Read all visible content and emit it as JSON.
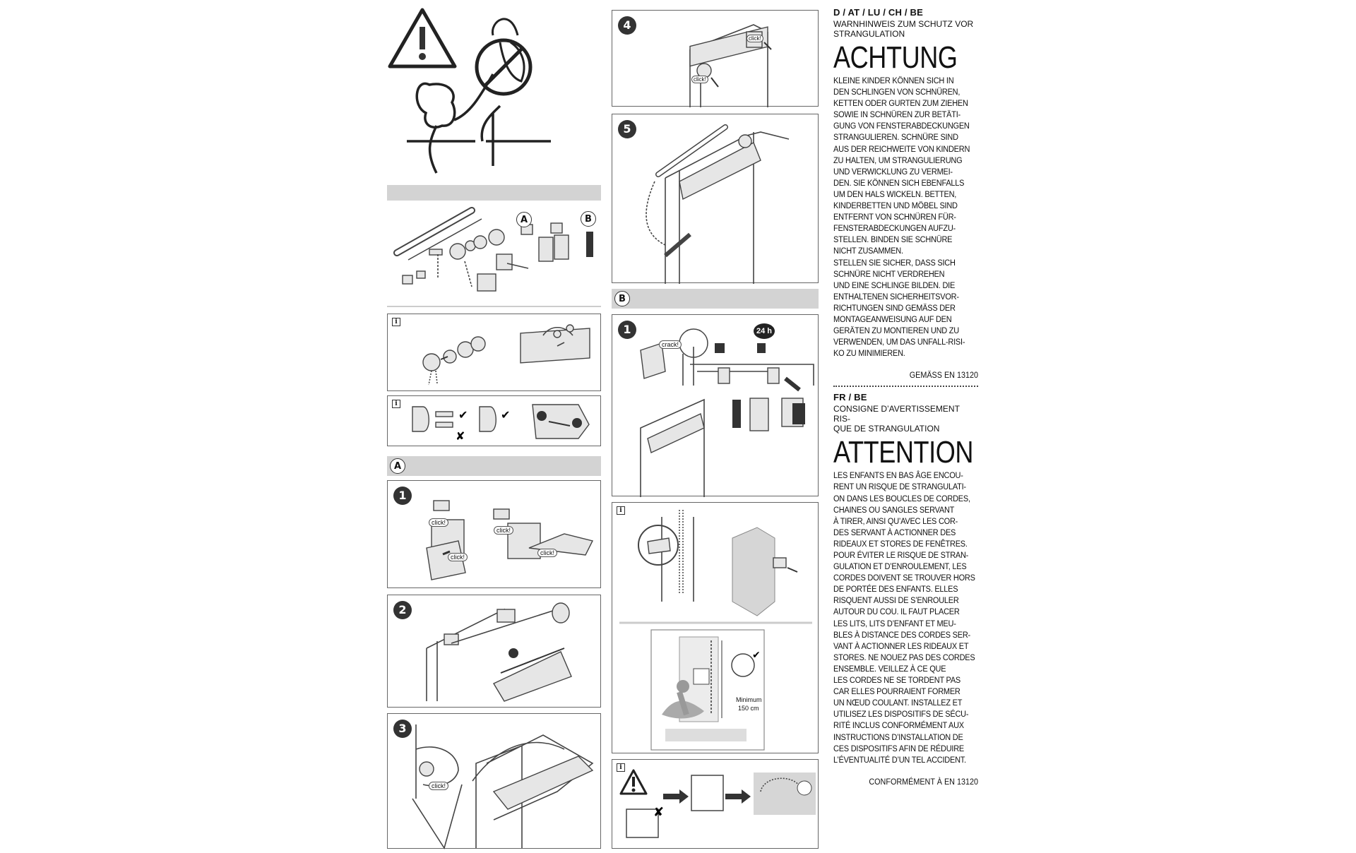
{
  "steps": {
    "a": "A",
    "b": "B",
    "s1": "1",
    "s2": "2",
    "s3": "3",
    "s4": "4",
    "s5": "5",
    "info": "i"
  },
  "labels": {
    "click": "click!",
    "crack": "crack!",
    "time": "24 h",
    "minimum": "Minimum",
    "height": "150 cm"
  },
  "warnings": {
    "de": {
      "lang": "D / AT / LU / CH / BE",
      "subtitle": "WARNHINWEIS ZUM SCHUTZ VOR STRANGULATION",
      "heading": "ACHTUNG",
      "body": "KLEINE KINDER KÖNNEN SICH IN\nDEN SCHLINGEN VON SCHNÜREN,\nKETTEN ODER GURTEN ZUM ZIEHEN\nSOWIE IN SCHNÜREN ZUR BETÄTI-\nGUNG VON FENSTERABDECKUNGEN\nSTRANGULIEREN. SCHNÜRE SIND\nAUS DER REICHWEITE VON KINDERN\nZU HALTEN, UM STRANGULIERUNG\nUND VERWICKLUNG ZU VERMEI-\nDEN. SIE KÖNNEN SICH EBENFALLS\nUM DEN HALS WICKELN. BETTEN,\nKINDERBETTEN UND MÖBEL SIND\nENTFERNT VON SCHNÜREN FÜR-\nFENSTERABDECKUNGEN AUFZU-\nSTELLEN. BINDEN SIE SCHNÜRE\nNICHT ZUSAMMEN.\nSTELLEN SIE SICHER, DASS SICH\nSCHNÜRE NICHT VERDREHEN\nUND EINE SCHLINGE BILDEN. DIE\nENTHALTENEN SICHERHEITSVOR-\nRICHTUNGEN SIND GEMÄSS DER\nMONTAGEANWEISUNG AUF DEN\nGERÄTEN ZU MONTIEREN UND ZU\nVERWENDEN, UM DAS UNFALL-RISI-\nKO ZU MINIMIEREN.",
      "norm": "GEMÄSS EN 13120"
    },
    "fr": {
      "lang": "FR / BE",
      "subtitle": "CONSIGNE D’AVERTISSEMENT RIS-\nQUE DE STRANGULATION",
      "heading": "ATTENTION",
      "body": "LES ENFANTS EN BAS ÂGE ENCOU-\nRENT UN RISQUE DE STRANGULATI-\nON DANS LES BOUCLES DE CORDES,\nCHAINES OU SANGLES SERVANT\nÀ TIRER, AINSI QU’AVEC LES COR-\nDES SERVANT À ACTIONNER DES\nRIDEAUX ET STORES DE FENÊTRES.\nPOUR ÉVITER LE RISQUE DE STRAN-\nGULATION ET D’ENROULEMENT, LES\nCORDES DOIVENT SE TROUVER HORS\nDE PORTÉE DES ENFANTS. ELLES\nRISQUENT AUSSI DE S’ENROULER\nAUTOUR DU COU. IL FAUT PLACER\nLES LITS, LITS D’ENFANT ET MEU-\nBLES À DISTANCE DES CORDES SER-\nVANT À ACTIONNER LES RIDEAUX ET\nSTORES. NE NOUEZ PAS DES CORDES\nENSEMBLE. VEILLEZ À CE QUE\nLES CORDES NE SE TORDENT PAS\nCAR ELLES POURRAIENT FORMER\nUN NŒUD COULANT. INSTALLEZ ET\nUTILISEZ LES DISPOSITIFS DE SÉCU-\nRITÉ INCLUS CONFORMÉMENT AUX\nINSTRUCTIONS D’INSTALLATION DE\nCES DISPOSITIFS AFIN DE RÉDUIRE\nL’ÉVENTUALITÉ D’UN TEL ACCIDENT.",
      "norm": "CONFORMÉMENT À EN 13120"
    }
  }
}
